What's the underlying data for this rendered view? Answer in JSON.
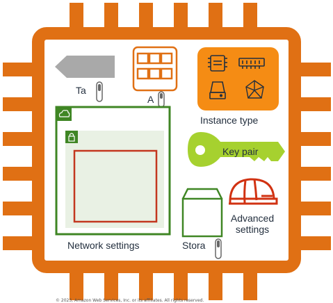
{
  "colors": {
    "chip_orange": "#e07014",
    "network_green": "#3f8624",
    "key_green": "#a6d12f",
    "helmet_red": "#d13212",
    "subnet_red": "#c3371f",
    "gray_tag": "#a9a9a9",
    "instance_box": "#f58c14",
    "text": "#232f3e"
  },
  "icons": {
    "tag": "tag-icon",
    "ami": "grid-icon",
    "instance": [
      "cpu-icon",
      "memory-icon",
      "disk-icon",
      "network-mesh-icon"
    ],
    "network": [
      "cloud-lock-icon",
      "lock-icon"
    ],
    "key": "key-icon",
    "storage": "box-icon",
    "advanced": "helmet-icon",
    "slider": "slider-icon"
  },
  "labels": {
    "tags": "Ta",
    "ami": "A",
    "instance_type": "Instance type",
    "key_pair": "Key pair",
    "network_settings": "Network settings",
    "storage": "Stora",
    "advanced_line1": "Advanced",
    "advanced_line2": "settings"
  },
  "footer": {
    "copyright": "© 2023, Amazon Web Services, Inc. or its affiliates. All rights reserved."
  }
}
